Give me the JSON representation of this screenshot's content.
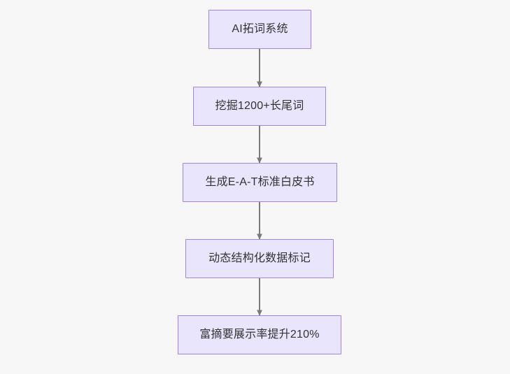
{
  "diagram": {
    "type": "flowchart",
    "direction": "top-to-bottom",
    "background_color": "#f7f7f7",
    "node_fill_color": "#e8e5fc",
    "node_border_color": "#a683e0",
    "node_text_color": "#333333",
    "edge_color": "#7a7a7a",
    "nodes": [
      {
        "id": "n0",
        "label": "AI拓词系统"
      },
      {
        "id": "n1",
        "label": "挖掘1200+长尾词"
      },
      {
        "id": "n2",
        "label": "生成E-A-T标准白皮书"
      },
      {
        "id": "n3",
        "label": "动态结构化数据标记"
      },
      {
        "id": "n4",
        "label": "富摘要展示率提升210%"
      }
    ],
    "edges": [
      {
        "from": "n0",
        "to": "n1",
        "label": ""
      },
      {
        "from": "n1",
        "to": "n2",
        "label": ""
      },
      {
        "from": "n2",
        "to": "n3",
        "label": ""
      },
      {
        "from": "n3",
        "to": "n4",
        "label": ""
      }
    ]
  }
}
